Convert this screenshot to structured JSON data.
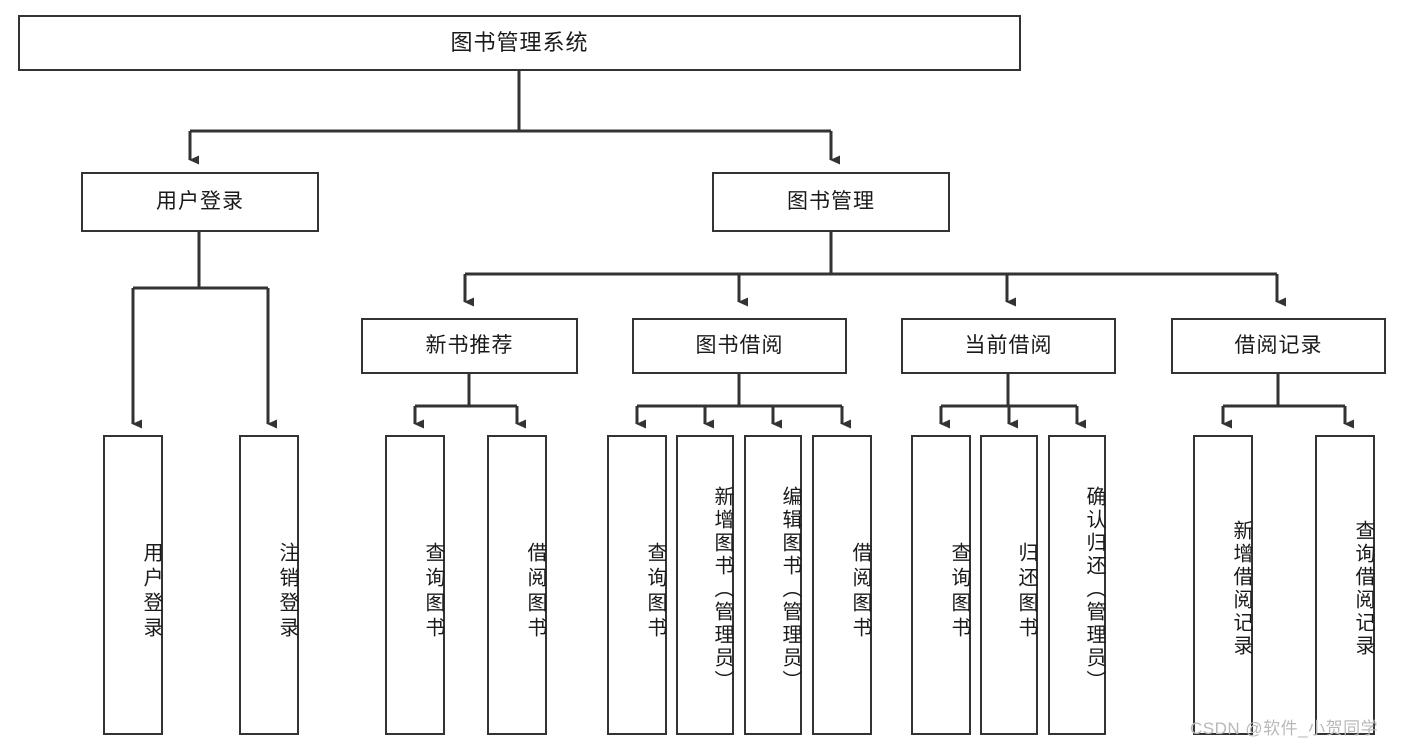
{
  "diagram": {
    "title": "图书管理系统",
    "type": "tree-hierarchy",
    "background_color": "#ffffff",
    "line_color": "#333333",
    "text_color": "#1a1a1a"
  },
  "nodes": {
    "root": {
      "label": "图书管理系统"
    },
    "level2": [
      {
        "id": "user-login",
        "label": "用户登录"
      },
      {
        "id": "book-management",
        "label": "图书管理"
      }
    ],
    "level3": [
      {
        "id": "new-book-recommend",
        "label": "新书推荐"
      },
      {
        "id": "book-borrow",
        "label": "图书借阅"
      },
      {
        "id": "current-borrow",
        "label": "当前借阅"
      },
      {
        "id": "borrow-record",
        "label": "借阅记录"
      }
    ],
    "leaves": {
      "user_login": [
        {
          "id": "leaf-user-login",
          "label": "用户登录"
        },
        {
          "id": "leaf-logout",
          "label": "注销登录"
        }
      ],
      "new_book_recommend": [
        {
          "id": "leaf-query-book-1",
          "label": "查询图书"
        },
        {
          "id": "leaf-borrow-book-1",
          "label": "借阅图书"
        }
      ],
      "book_borrow": [
        {
          "id": "leaf-query-book-2",
          "label": "查询图书"
        },
        {
          "id": "leaf-add-book",
          "label": "新增图书（管理员）"
        },
        {
          "id": "leaf-edit-book",
          "label": "编辑图书（管理员）"
        },
        {
          "id": "leaf-borrow-book-2",
          "label": "借阅图书"
        }
      ],
      "current_borrow": [
        {
          "id": "leaf-query-book-3",
          "label": "查询图书"
        },
        {
          "id": "leaf-return-book",
          "label": "归还图书"
        },
        {
          "id": "leaf-confirm-return",
          "label": "确认归还（管理员）"
        }
      ],
      "borrow_record": [
        {
          "id": "leaf-add-record",
          "label": "新增借阅记录"
        },
        {
          "id": "leaf-query-record",
          "label": "查询借阅记录"
        }
      ]
    }
  },
  "watermark": {
    "text": "CSDN @软件_小贺同学"
  }
}
